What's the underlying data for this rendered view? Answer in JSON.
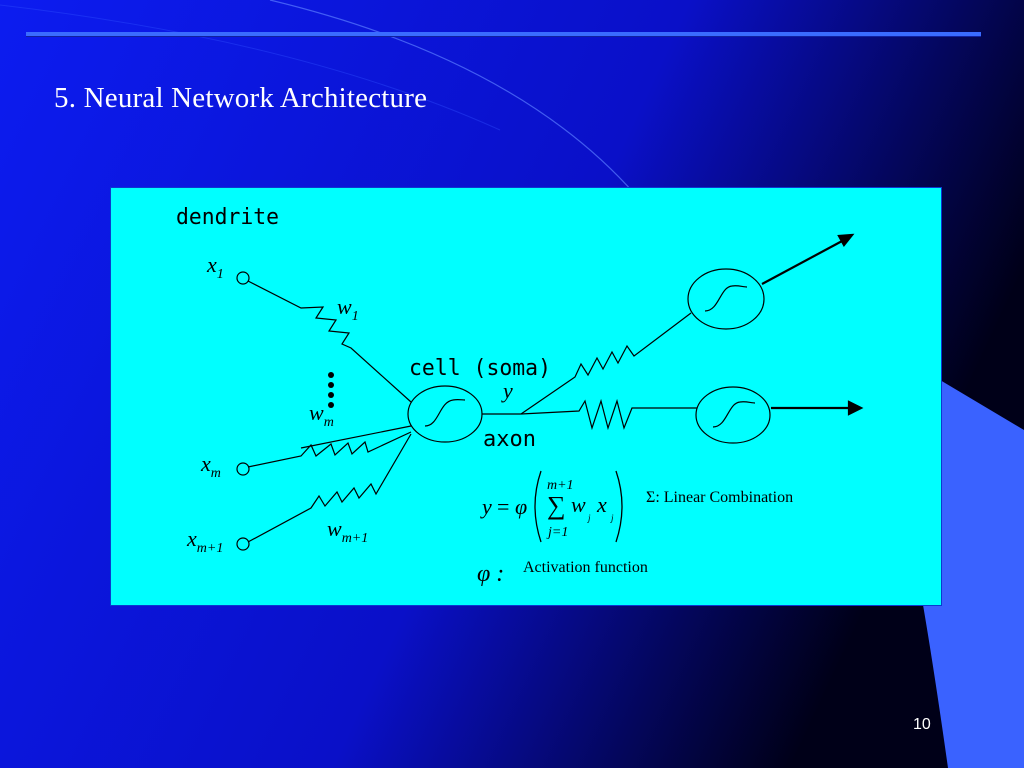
{
  "slide": {
    "title": "5. Neural Network Architecture",
    "page_number": "10"
  },
  "colors": {
    "background": "#0a10d8",
    "panel": "#00ffff",
    "ink": "#000000",
    "text": "#ffffff"
  },
  "diagram": {
    "dendrite_label": "dendrite",
    "cell_label": "cell (soma)",
    "axon_label": "axon",
    "output_symbol": "y",
    "inputs": {
      "x1": {
        "base": "x",
        "sub": "1"
      },
      "xm": {
        "base": "x",
        "sub": "m"
      },
      "xm1": {
        "base": "x",
        "sub": "m+1"
      }
    },
    "weights": {
      "w1": {
        "base": "w",
        "sub": "1"
      },
      "wm": {
        "base": "w",
        "sub": "m"
      },
      "wm1": {
        "base": "w",
        "sub": "m+1"
      }
    },
    "formula": {
      "lhs": "y",
      "eq": "=",
      "phi": "φ",
      "sum": "∑",
      "upper": "m+1",
      "lower": "j=1",
      "w": "w",
      "x": "x",
      "sub_j": "j"
    },
    "sigma_note": "Σ: Linear Combination",
    "phi_symbol": "φ :",
    "phi_note": "Activation function"
  }
}
